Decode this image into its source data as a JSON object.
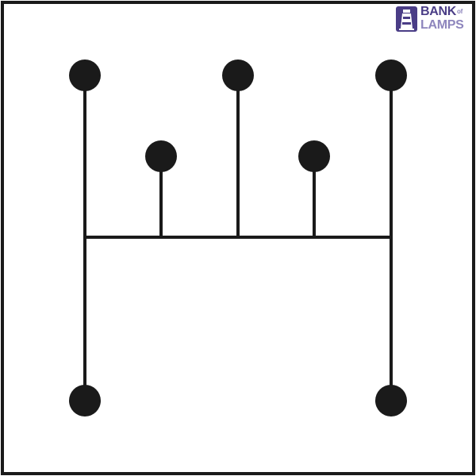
{
  "diagram": {
    "type": "gear-shift-pattern",
    "stroke_color": "#1a1a1a",
    "background": "#ffffff",
    "nodes": [
      {
        "id": "top-left",
        "knob": "large"
      },
      {
        "id": "upper-middle-left",
        "knob": "medium"
      },
      {
        "id": "top-center",
        "knob": "large"
      },
      {
        "id": "upper-middle-right",
        "knob": "medium"
      },
      {
        "id": "top-right",
        "knob": "large"
      },
      {
        "id": "bottom-left",
        "knob": "large"
      },
      {
        "id": "bottom-right",
        "knob": "large"
      }
    ]
  },
  "logo": {
    "line1": "BANK",
    "line1_suffix": "of",
    "line2": "LAMPS",
    "colors": {
      "dark": "#4a3d86",
      "light": "#8e86bd"
    },
    "icon": "lighthouse-icon"
  }
}
